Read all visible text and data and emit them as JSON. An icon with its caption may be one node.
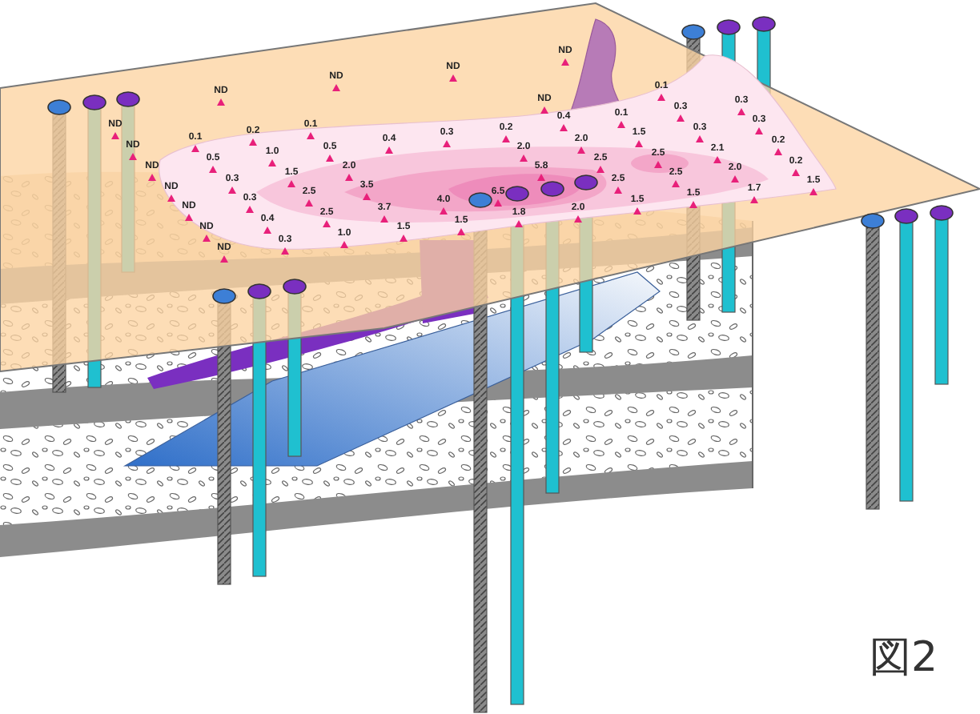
{
  "diagram": {
    "labels": [
      "ND",
      "ND",
      "ND",
      "0.1",
      "ND",
      "ND",
      "0.3",
      "0.3",
      "0.1",
      "0.4",
      "0.3",
      "ND",
      "0.1",
      "0.2",
      "0.3",
      "0.2",
      "1.5",
      "0.3",
      "0.1",
      "0.4",
      "2.0",
      "0.2",
      "ND",
      "0.5",
      "2.0",
      "2.1",
      "1.0",
      "2.5",
      "0.5",
      "2.5",
      "0.2",
      "ND",
      "2.0",
      "5.8",
      "2.0",
      "1.5",
      "2.5",
      "0.3",
      "2.5",
      "1.5",
      "ND",
      "3.5",
      "1.7",
      "2.5",
      "6.5",
      "1.5",
      "0.3",
      "4.0",
      "1.5",
      "ND",
      "3.7",
      "2.0",
      "2.5",
      "1.8",
      "0.4",
      "1.5",
      "ND",
      "1.5",
      "1.0",
      "0.3",
      "ND",
      "図2"
    ]
  }
}
